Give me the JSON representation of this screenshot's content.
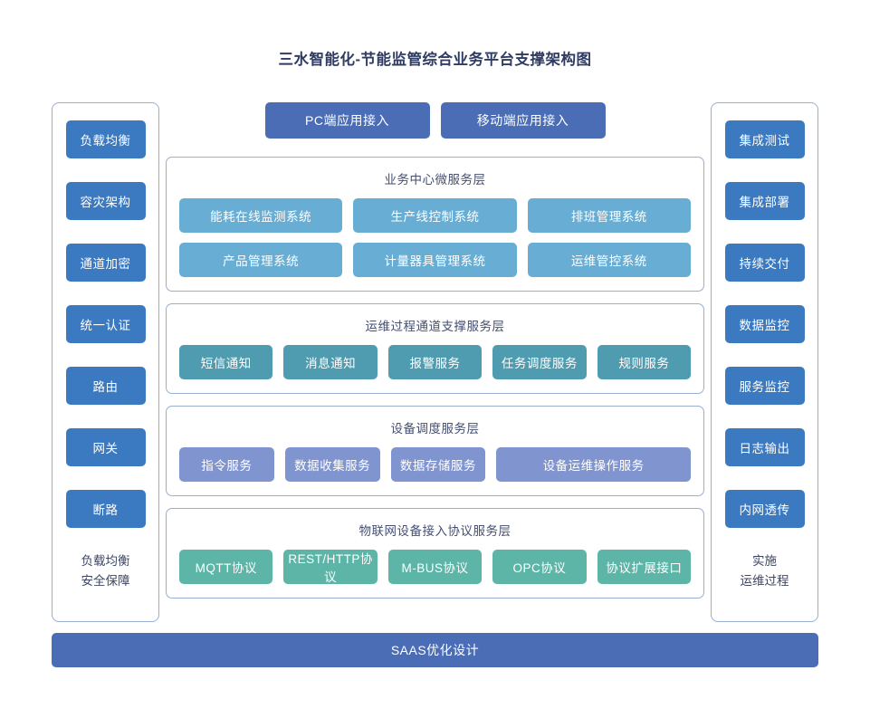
{
  "title": "三水智能化-节能监管综合业务平台支撑架构图",
  "colors": {
    "sidebar_button": "#3b79c0",
    "topbar_button": "#4a6db5",
    "business_chip": "#68aed4",
    "support_chip": "#4f9cb0",
    "device_chip": "#8094d0",
    "protocol_chip": "#5cb5a6",
    "panel_border": "#9aaed2",
    "title_text": "#2f3b63"
  },
  "left_sidebar": {
    "items": [
      {
        "label": "负载均衡"
      },
      {
        "label": "容灾架构"
      },
      {
        "label": "通道加密"
      },
      {
        "label": "统一认证"
      },
      {
        "label": "路由"
      },
      {
        "label": "网关"
      },
      {
        "label": "断路"
      }
    ],
    "footer_line1": "负载均衡",
    "footer_line2": "安全保障"
  },
  "right_sidebar": {
    "items": [
      {
        "label": "集成测试"
      },
      {
        "label": "集成部署"
      },
      {
        "label": "持续交付"
      },
      {
        "label": "数据监控"
      },
      {
        "label": "服务监控"
      },
      {
        "label": "日志输出"
      },
      {
        "label": "内网透传"
      }
    ],
    "footer_line1": "实施",
    "footer_line2": "运维过程"
  },
  "access_bar": {
    "buttons": [
      {
        "label": "PC端应用接入"
      },
      {
        "label": "移动端应用接入"
      }
    ]
  },
  "layers": [
    {
      "title": "业务中心微服务层",
      "style": "biz",
      "rows": [
        [
          {
            "label": "能耗在线监测系统"
          },
          {
            "label": "生产线控制系统"
          },
          {
            "label": "排班管理系统"
          }
        ],
        [
          {
            "label": "产品管理系统"
          },
          {
            "label": "计量器具管理系统"
          },
          {
            "label": "运维管控系统"
          }
        ]
      ]
    },
    {
      "title": "运维过程通道支撑服务层",
      "style": "support",
      "rows": [
        [
          {
            "label": "短信通知"
          },
          {
            "label": "消息通知"
          },
          {
            "label": "报警服务"
          },
          {
            "label": "任务调度服务"
          },
          {
            "label": "规则服务"
          }
        ]
      ]
    },
    {
      "title": "设备调度服务层",
      "style": "device",
      "rows": [
        [
          {
            "label": "指令服务"
          },
          {
            "label": "数据收集服务"
          },
          {
            "label": "数据存储服务"
          },
          {
            "label": "设备运维操作服务",
            "wide": true
          }
        ]
      ]
    },
    {
      "title": "物联网设备接入协议服务层",
      "style": "proto",
      "rows": [
        [
          {
            "label": "MQTT协议"
          },
          {
            "label": "REST/HTTP协议"
          },
          {
            "label": "M-BUS协议"
          },
          {
            "label": "OPC协议"
          },
          {
            "label": "协议扩展接口"
          }
        ]
      ]
    }
  ],
  "bottom_bar": {
    "label": "SAAS优化设计"
  }
}
